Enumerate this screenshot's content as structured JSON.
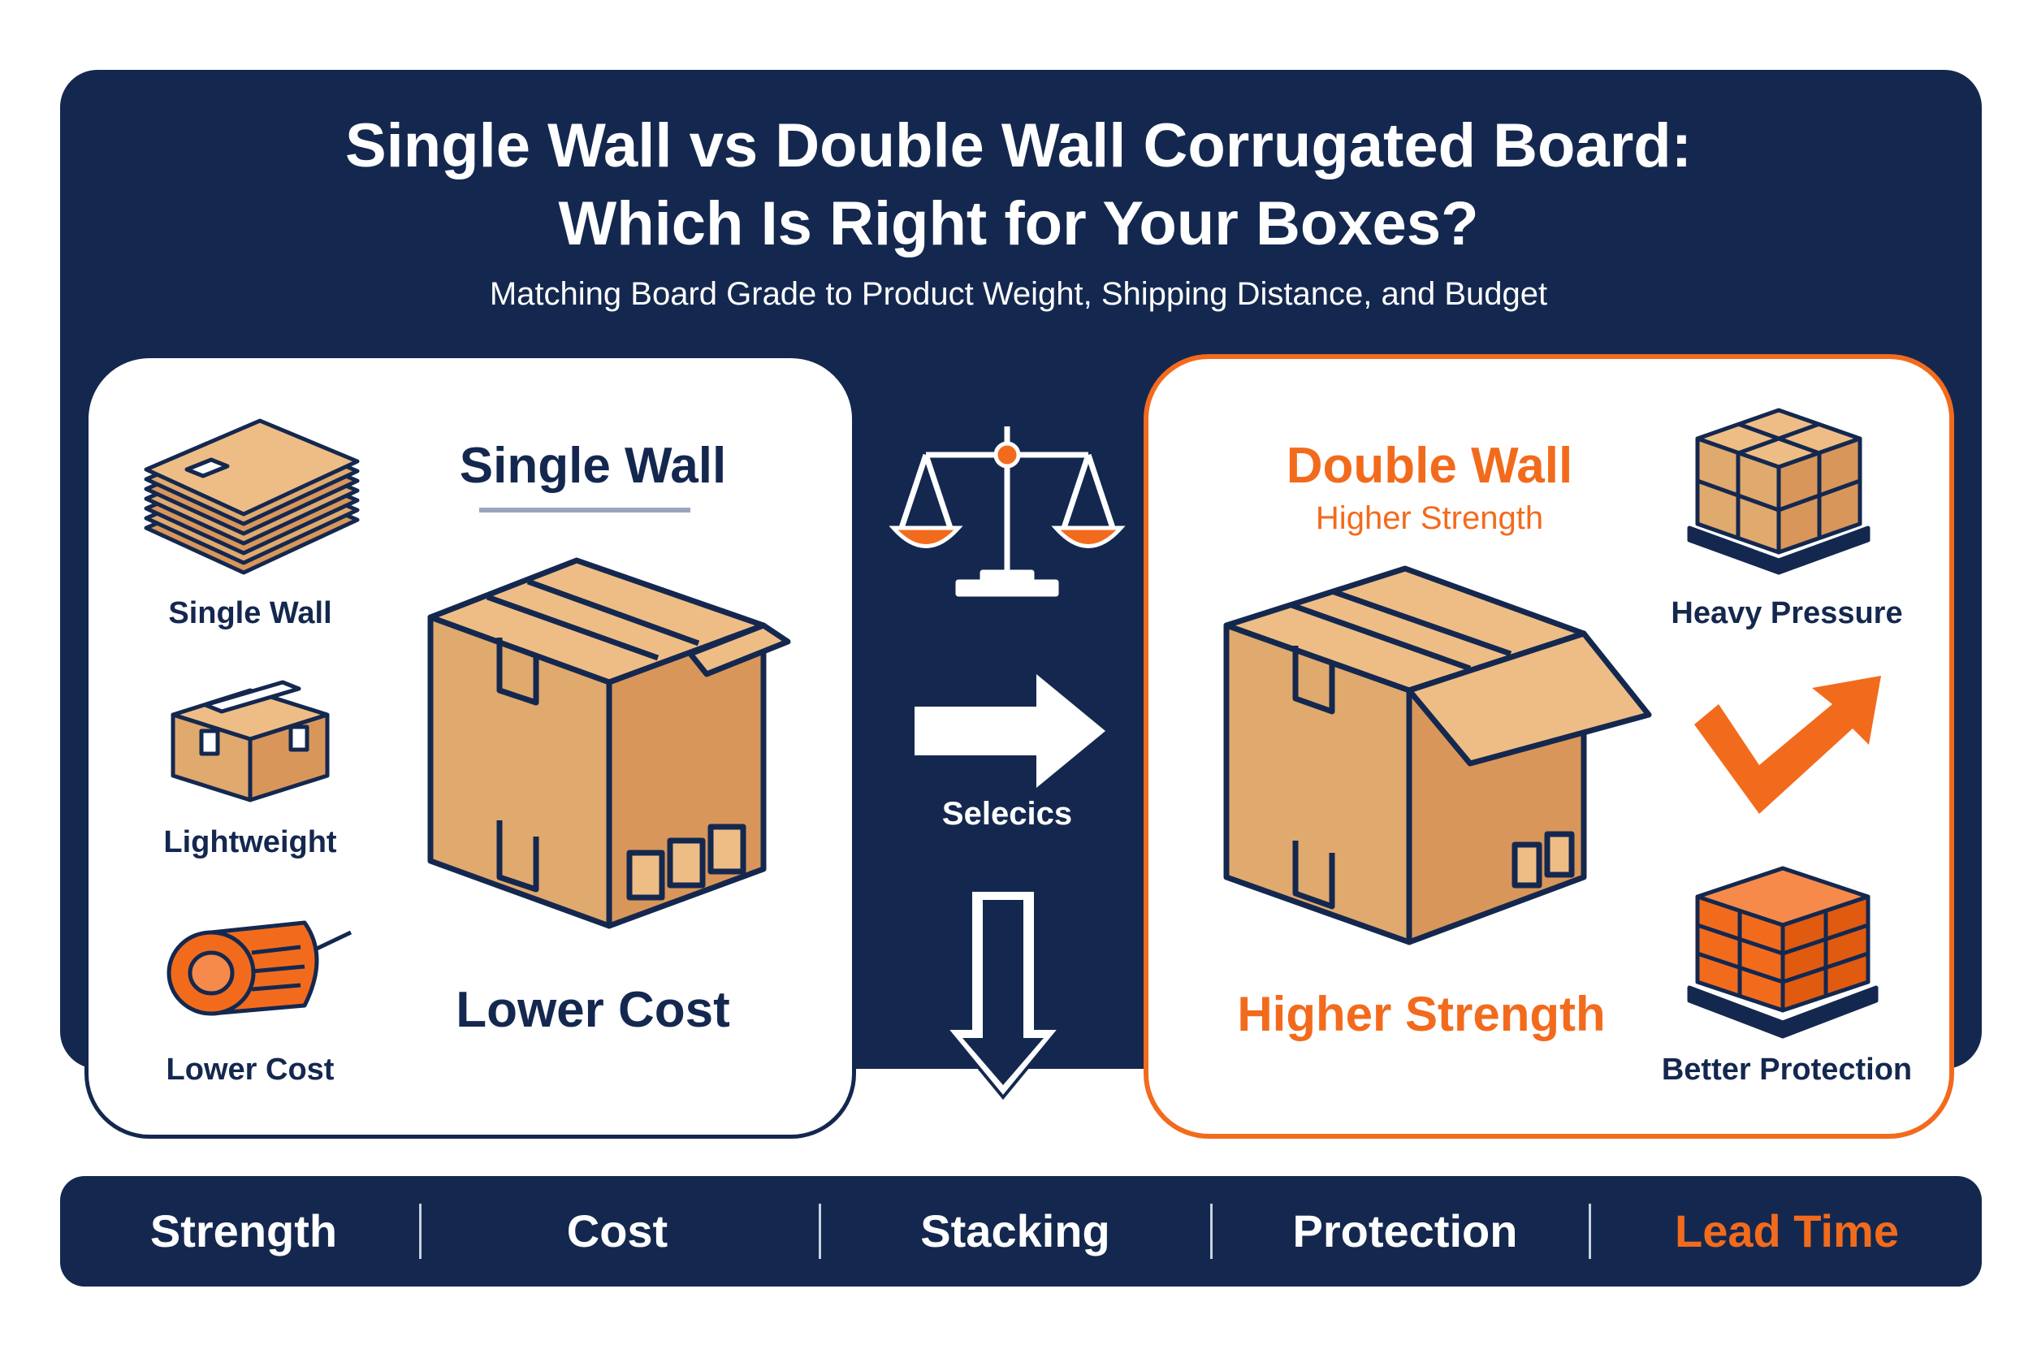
{
  "title_line1": "Single Wall vs Double Wall Corrugated Board:",
  "title_line2": "Which Is Right for Your Boxes?",
  "subtitle": "Matching Board Grade to Product Weight, Shipping Distance, and Budget",
  "left_card": {
    "heading": "Single Wall",
    "main_label": "Lower Cost",
    "features": [
      "Single Wall",
      "Lightweight",
      "Lower Cost"
    ]
  },
  "middle": {
    "label": "Selecics"
  },
  "right_card": {
    "heading": "Double Wall",
    "subheading": "Higher Strength",
    "main_label": "Higher Strength",
    "features": [
      "Heavy Pressure",
      "Better Protection"
    ]
  },
  "bottom_bar": {
    "items": [
      "Strength",
      "Cost",
      "Stacking",
      "Protection",
      "Lead Time"
    ],
    "highlight_index": 4
  },
  "colors": {
    "navy": "#14284f",
    "orange": "#f26b1d",
    "cardboard": "#e0a96d",
    "cardboard_light": "#eebd85"
  },
  "icons": [
    "board-stack-icon",
    "small-box-icon",
    "roll-icon",
    "balance-scale-icon",
    "right-arrow-icon",
    "down-arrow-icon",
    "checkmark-arrow-icon",
    "pallet-boxes-icon",
    "orange-pallet-icon"
  ]
}
